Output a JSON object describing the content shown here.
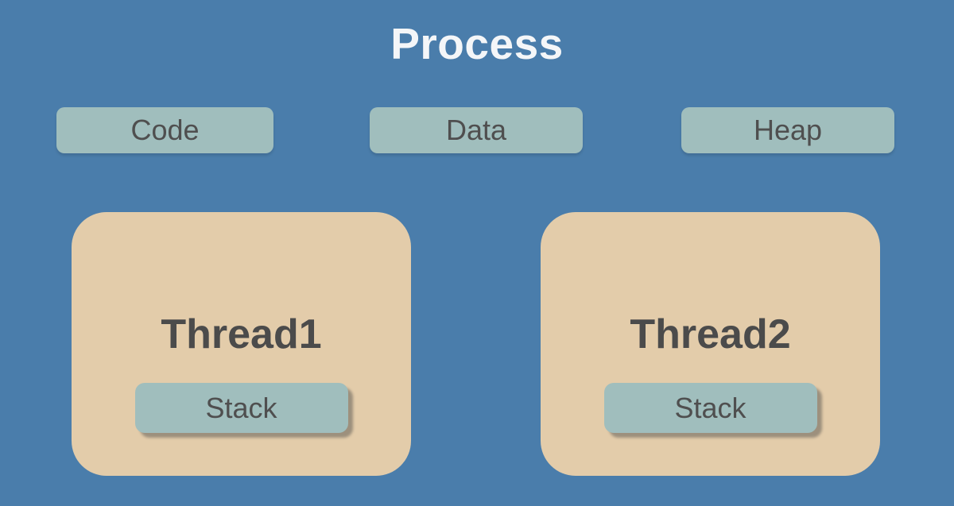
{
  "diagram": {
    "title": "Process",
    "memory_segments": [
      {
        "label": "Code"
      },
      {
        "label": "Data"
      },
      {
        "label": "Heap"
      }
    ],
    "threads": [
      {
        "label": "Thread1",
        "stack_label": "Stack"
      },
      {
        "label": "Thread2",
        "stack_label": "Stack"
      }
    ],
    "colors": {
      "background": "#4a7dab",
      "segment_fill": "#a0bebd",
      "thread_fill": "#e3ccaa",
      "title_text": "#f4f6f8",
      "label_text": "#4f4f4f"
    }
  }
}
